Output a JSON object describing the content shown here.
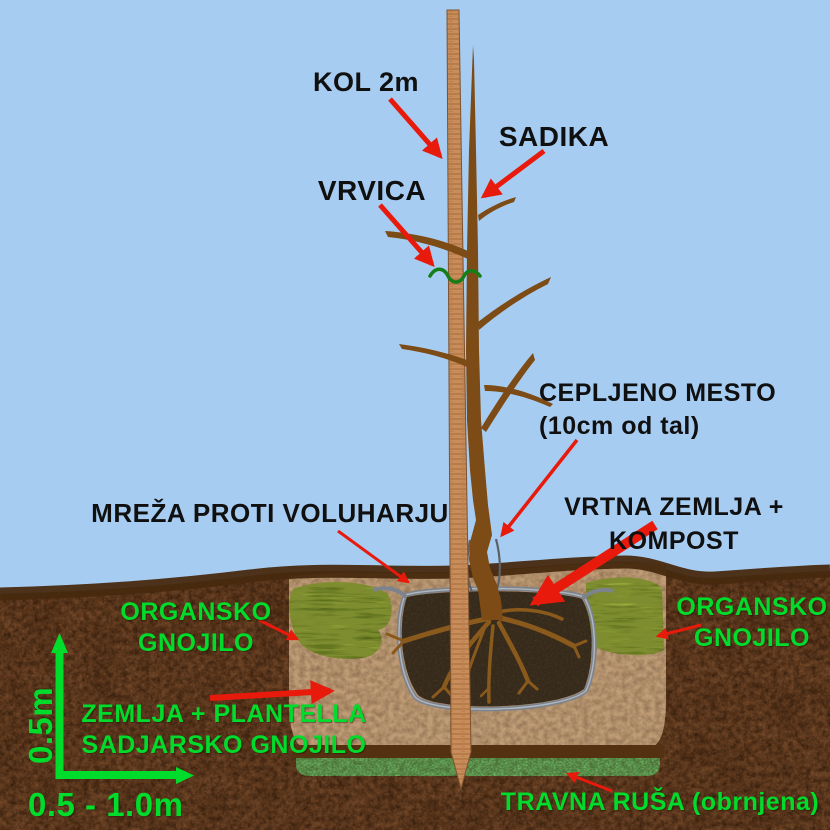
{
  "diagram_title": "Navodila za sajenje sadike (tree planting diagram)",
  "labels": {
    "stake": "KOL 2m",
    "sapling": "SADIKA",
    "string": "VRVICA",
    "graft_line1": "CEPLJENO MESTO",
    "graft_line2": "(10cm od tal)",
    "vole_net": "MREŽA PROTI VOLUHARJU",
    "garden_soil_line1": "VRTNA ZEMLJA +",
    "garden_soil_line2": "KOMPOST",
    "organic_left_line1": "ORGANSKO",
    "organic_left_line2": "GNOJILO",
    "organic_right_line1": "ORGANSKO",
    "organic_right_line2": "GNOJILO",
    "soil_fertilizer_line1": "ZEMLJA + PLANTELLA",
    "soil_fertilizer_line2": "SADJARSKO GNOJILO",
    "turf": "TRAVNA RUŠA (obrnjena)",
    "depth_dimension": "0.5m",
    "width_dimension": "0.5 - 1.0m"
  },
  "arrows": [
    {
      "name": "stake-arrow",
      "from": "KOL 2m",
      "points_to": "stake"
    },
    {
      "name": "sapling-arrow",
      "from": "SADIKA",
      "points_to": "sapling trunk"
    },
    {
      "name": "string-arrow",
      "from": "VRVICA",
      "points_to": "green tie"
    },
    {
      "name": "graft-arrow",
      "from": "CEPLJENO MESTO",
      "points_to": "graft point"
    },
    {
      "name": "net-arrow",
      "from": "MREŽA PROTI VOLUHARJU",
      "points_to": "wire net"
    },
    {
      "name": "garden-soil-arrow",
      "from": "VRTNA ZEMLJA + KOMPOST",
      "points_to": "root ball"
    },
    {
      "name": "organic-left-arrow",
      "from": "ORGANSKO GNOJILO",
      "points_to": "left fertilizer patch"
    },
    {
      "name": "organic-right-arrow",
      "from": "ORGANSKO GNOJILO",
      "points_to": "right fertilizer patch"
    },
    {
      "name": "soil-fertilizer-arrow",
      "from": "ZEMLJA + PLANTELLA SADJARSKO GNOJILO",
      "points_to": "pit fill"
    },
    {
      "name": "turf-arrow",
      "from": "TRAVNA RUŠA (obrnjena)",
      "points_to": "turf layer"
    }
  ],
  "colors": {
    "sky": "#a7ccf2",
    "soil": "#6a4124",
    "soil_crust": "#47290e",
    "pit_fill": "#bd9c78",
    "root_ball": "#352a1b",
    "roots": "#8a591c",
    "trunk": "#7d4b16",
    "stake": "#c98c5b",
    "net_gray": "#7d838c",
    "tie_green": "#177d17",
    "turf_green": "#4f8a45",
    "organic_patch": "#7e8d2f",
    "arrow_red": "#e71a0c",
    "annotation_green": "#00dc2c",
    "annotation_black": "#101010"
  }
}
